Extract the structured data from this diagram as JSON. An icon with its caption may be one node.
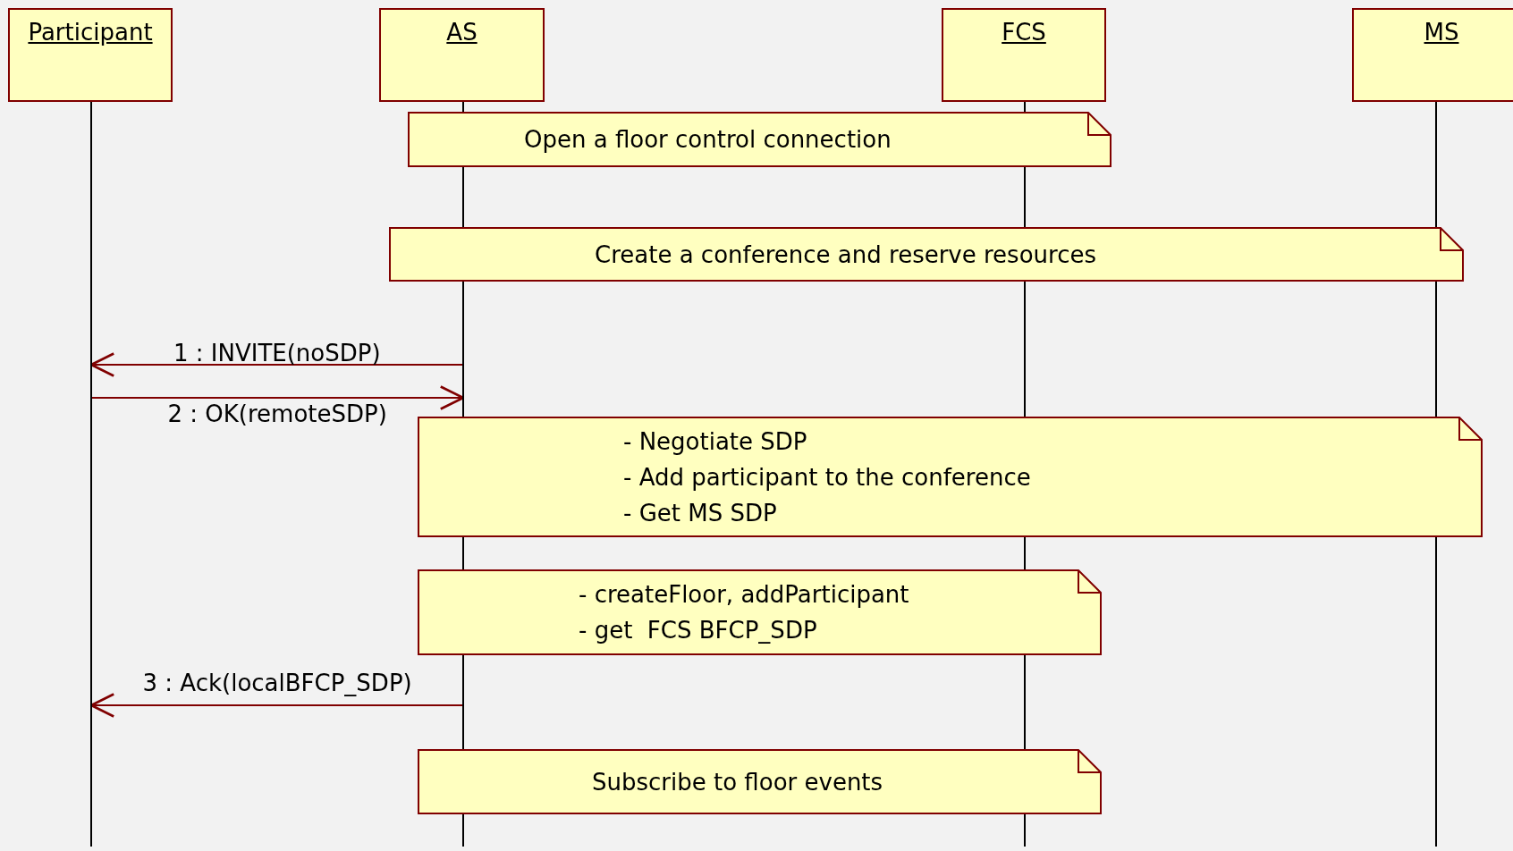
{
  "diagram": {
    "nodes": [
      {
        "text": [
          "Participant"
        ]
      },
      {
        "text": [
          "AS"
        ]
      },
      {
        "text": [
          "FCS"
        ]
      },
      {
        "text": [
          "MS"
        ]
      },
      {
        "text": [
          "Open a floor control connection"
        ]
      },
      {
        "text": [
          "Create a conference and reserve resources"
        ]
      },
      {
        "text": [
          "- Negotiate SDP",
          "- Add participant to the conference",
          "- Get MS SDP"
        ]
      },
      {
        "text": [
          "- createFloor, addParticipant",
          "- get  FCS BFCP_SDP"
        ]
      },
      {
        "text": [
          "Subscribe to floor events"
        ]
      }
    ],
    "edges": [
      {
        "from": 1,
        "to": 0,
        "arrow": "to",
        "label": "1 : INVITE(noSDP)"
      },
      {
        "from": 0,
        "to": 1,
        "arrow": "to",
        "label": "2 : OK(remoteSDP)"
      },
      {
        "from": 1,
        "to": 0,
        "arrow": "to",
        "label": "3 : Ack(localBFCP_SDP)"
      }
    ]
  }
}
